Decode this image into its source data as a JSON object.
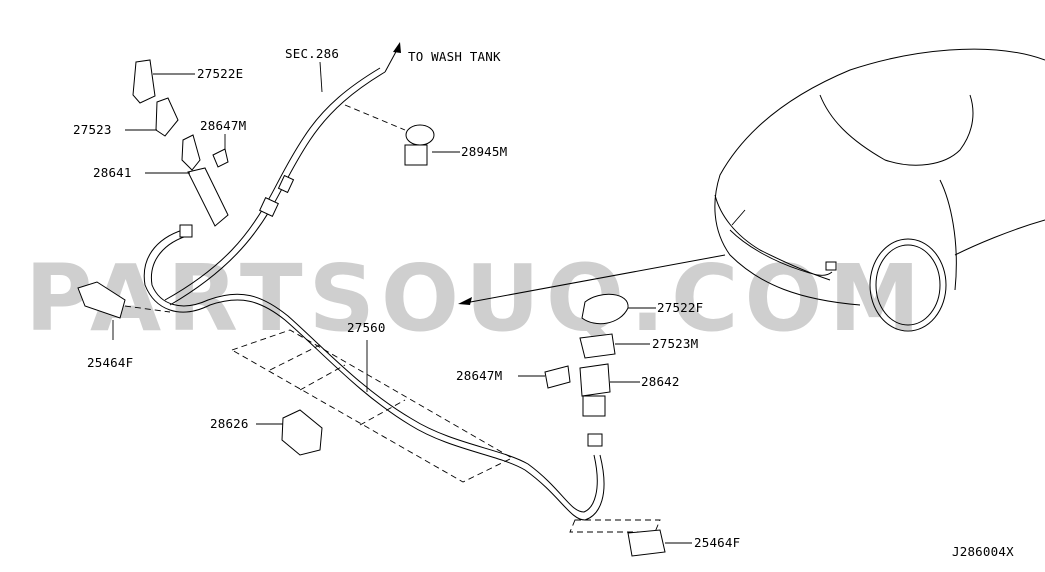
{
  "watermark": "PARTSOUQ.COM",
  "diagram_code": "J286004X",
  "section_ref": "SEC.286",
  "wash_tank_label": "TO WASH TANK",
  "parts": {
    "p27522E": "27522E",
    "p27523": "27523",
    "p28647M_top": "28647M",
    "p28641": "28641",
    "p28945M": "28945M",
    "p25464F_left": "25464F",
    "p27560": "27560",
    "p28626": "28626",
    "p27522F": "27522F",
    "p27523M": "27523M",
    "p28647M_bottom": "28647M",
    "p28642": "28642",
    "p25464F_bottom": "25464F"
  }
}
